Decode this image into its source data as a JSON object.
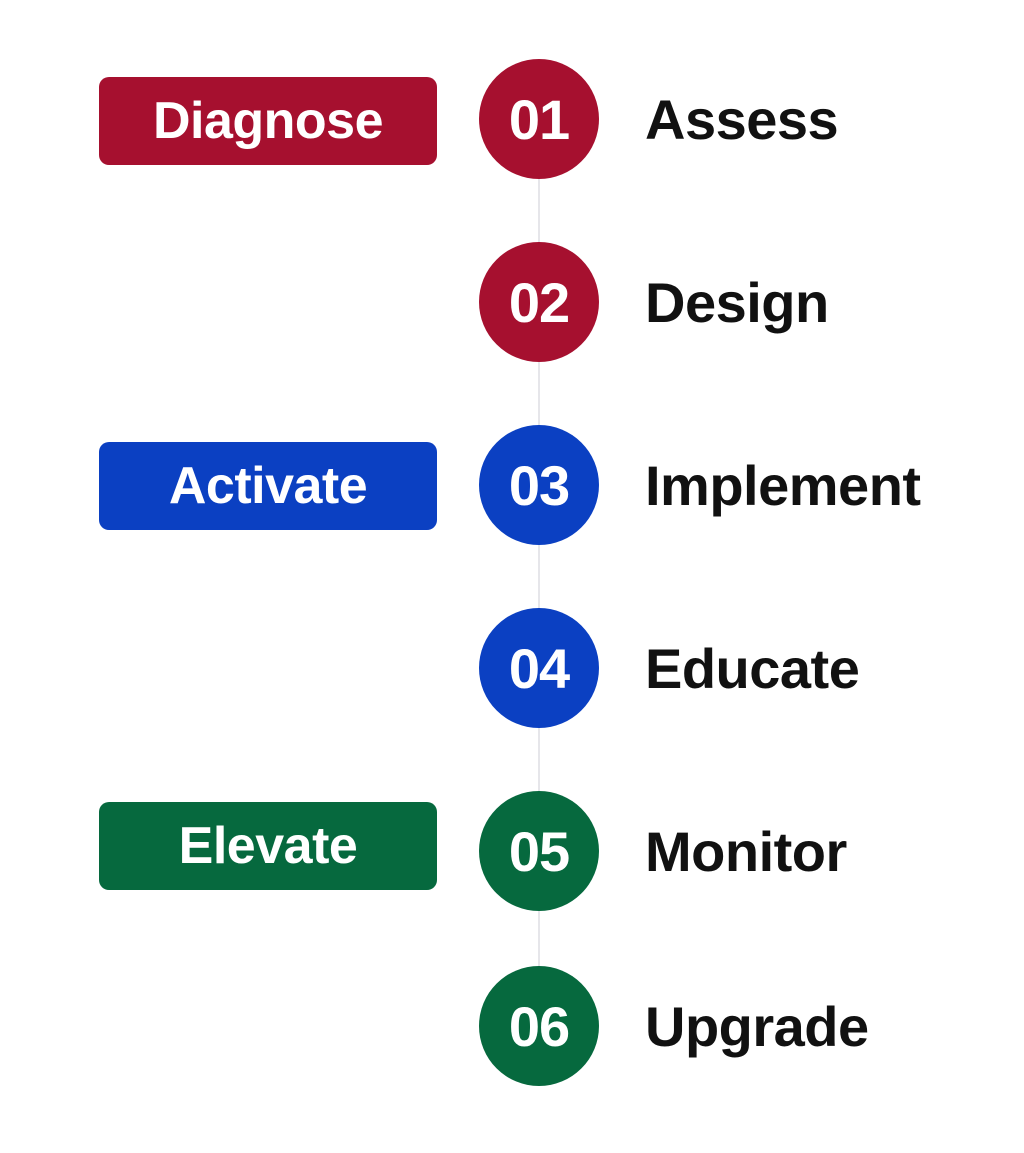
{
  "colors": {
    "diagnose": "#a6102f",
    "activate": "#0b40c2",
    "elevate": "#06693e",
    "connector": "#e6e6ea",
    "label_text": "#111111"
  },
  "phases": [
    {
      "label": "Diagnose"
    },
    {
      "label": "Activate"
    },
    {
      "label": "Elevate"
    }
  ],
  "steps": [
    {
      "number": "01",
      "label": "Assess"
    },
    {
      "number": "02",
      "label": "Design"
    },
    {
      "number": "03",
      "label": "Implement"
    },
    {
      "number": "04",
      "label": "Educate"
    },
    {
      "number": "05",
      "label": "Monitor"
    },
    {
      "number": "06",
      "label": "Upgrade"
    }
  ]
}
